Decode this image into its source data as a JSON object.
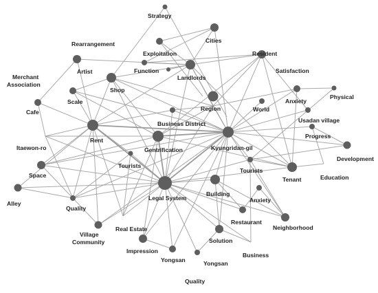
{
  "nodes": [
    {
      "id": "strategy",
      "label": "Strategy"
    },
    {
      "id": "cities",
      "label": "Cities"
    },
    {
      "id": "rearrangement",
      "label": "Rearrangement"
    },
    {
      "id": "exploitation",
      "label": "Exploitation"
    },
    {
      "id": "resident",
      "label": "Resident"
    },
    {
      "id": "merchant-association",
      "label": "Merchant\nAssociation"
    },
    {
      "id": "artist",
      "label": "Artist"
    },
    {
      "id": "function",
      "label": "Function"
    },
    {
      "id": "landlords",
      "label": "Landlords"
    },
    {
      "id": "satisfaction",
      "label": "Satisfaction"
    },
    {
      "id": "shop",
      "label": "Shop"
    },
    {
      "id": "physical",
      "label": "Physical"
    },
    {
      "id": "scale",
      "label": "Scale"
    },
    {
      "id": "anxiety-top",
      "label": "Anxiety"
    },
    {
      "id": "region",
      "label": "Region"
    },
    {
      "id": "world",
      "label": "World"
    },
    {
      "id": "cafe",
      "label": "Cafe"
    },
    {
      "id": "usadan-village",
      "label": "Usadan village"
    },
    {
      "id": "business-district",
      "label": "Business District"
    },
    {
      "id": "rent",
      "label": "Rent"
    },
    {
      "id": "progress",
      "label": "Progress"
    },
    {
      "id": "kyungridan-gil",
      "label": "Kyungridan-gil"
    },
    {
      "id": "itaewon-ro",
      "label": "Itaewon-ro"
    },
    {
      "id": "gentrification",
      "label": "Gentrification"
    },
    {
      "id": "development",
      "label": "Development"
    },
    {
      "id": "tourists-left",
      "label": "Tourists"
    },
    {
      "id": "tourists-right",
      "label": "Tourists"
    },
    {
      "id": "space",
      "label": "Space"
    },
    {
      "id": "education",
      "label": "Education"
    },
    {
      "id": "tenant",
      "label": "Tenant"
    },
    {
      "id": "legal-system",
      "label": "Legal System"
    },
    {
      "id": "building",
      "label": "Building"
    },
    {
      "id": "alley",
      "label": "Alley"
    },
    {
      "id": "quality-left",
      "label": "Quality"
    },
    {
      "id": "anxiety-bottom",
      "label": "Anxiety"
    },
    {
      "id": "restaurant",
      "label": "Restaurant"
    },
    {
      "id": "real-estate",
      "label": "Real Estate"
    },
    {
      "id": "neighborhood",
      "label": "Neighborhood"
    },
    {
      "id": "village-community",
      "label": "Village\nCommunity"
    },
    {
      "id": "impression",
      "label": "Impression"
    },
    {
      "id": "solution",
      "label": "Solution"
    },
    {
      "id": "yongsan-left",
      "label": "Yongsan"
    },
    {
      "id": "yongsan-right",
      "label": "Yongsan"
    },
    {
      "id": "business",
      "label": "Business"
    },
    {
      "id": "quality-bottom",
      "label": "Quality"
    }
  ]
}
